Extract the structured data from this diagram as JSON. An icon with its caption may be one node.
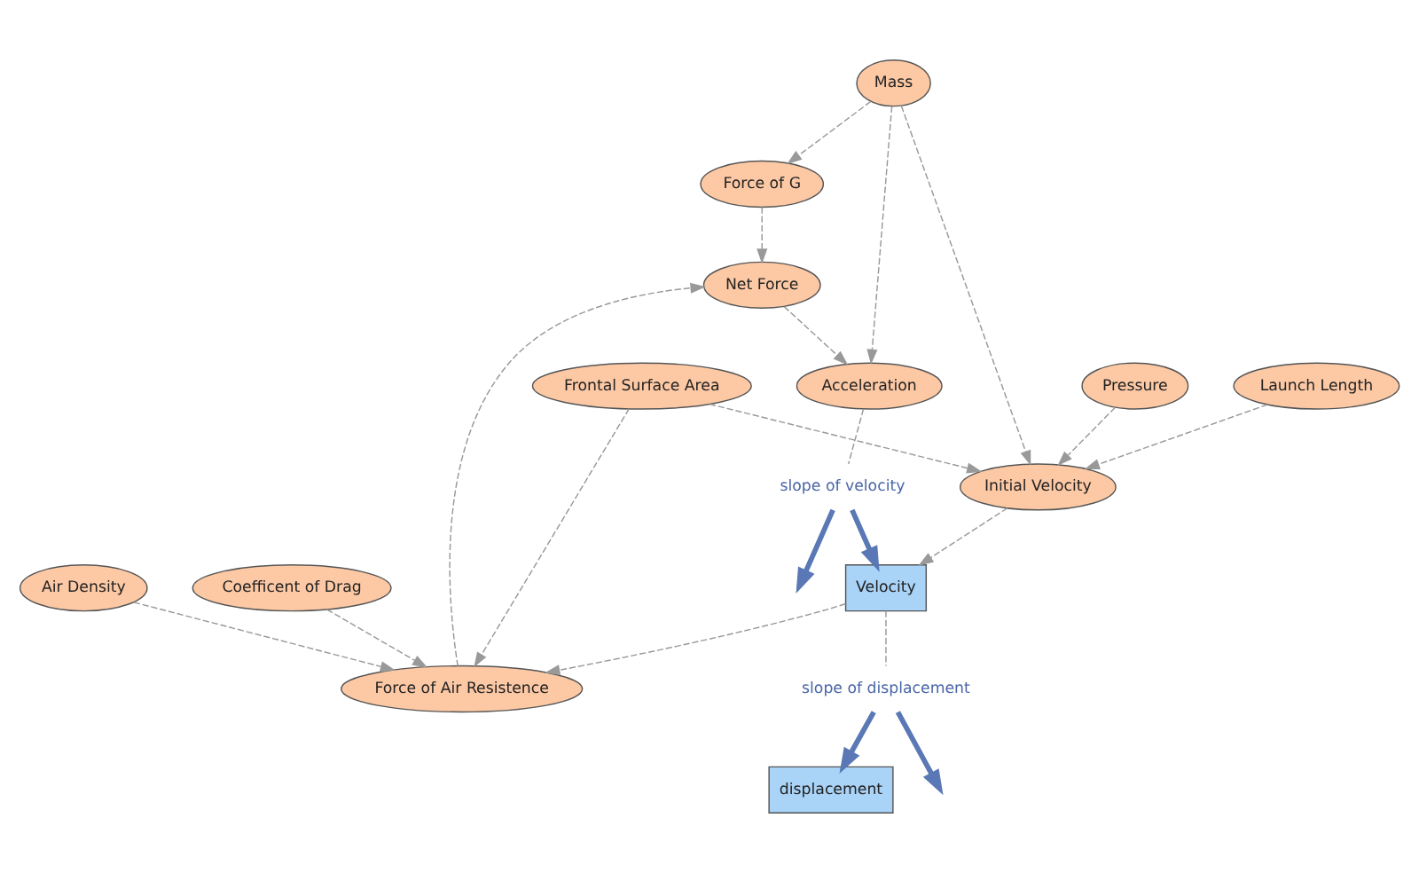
{
  "diagram": {
    "nodes": [
      {
        "text": [
          "Force of G"
        ]
      },
      {
        "text": [
          "Net Force"
        ]
      },
      {
        "text": [
          "Mass"
        ]
      },
      {
        "text": [
          "Force of Air Resistence"
        ]
      },
      {
        "text": [
          "Acceleration"
        ]
      },
      {
        "text": [
          "Frontal Surface Area"
        ]
      },
      {
        "text": [
          "Air Density"
        ]
      },
      {
        "text": [
          "Coefficent of Drag"
        ]
      },
      {
        "text": [
          "slope of velocity"
        ]
      },
      {
        "text": [
          "Velocity"
        ]
      },
      {
        "text": [
          "Pressure"
        ]
      },
      {
        "text": [
          "slope of displacement"
        ]
      },
      {
        "text": [
          "displacement"
        ]
      },
      {
        "text": [
          "Launch Length"
        ]
      },
      {
        "text": [
          "Initial Velocity"
        ]
      }
    ],
    "edges": [
      {
        "from": 2,
        "to": 0,
        "arrow": "to",
        "style": "dashed"
      },
      {
        "from": 0,
        "to": 1,
        "arrow": "to",
        "style": "dashed"
      },
      {
        "from": 1,
        "to": 4,
        "arrow": "to",
        "style": "dashed"
      },
      {
        "from": 2,
        "to": 4,
        "arrow": "to",
        "style": "dashed"
      },
      {
        "from": 3,
        "to": 1,
        "arrow": "to",
        "style": "dashed"
      },
      {
        "from": 2,
        "to": 14,
        "arrow": "to",
        "style": "dashed"
      },
      {
        "from": 4,
        "to": 8,
        "arrow": "none",
        "style": "dashed"
      },
      {
        "from": 9,
        "to": 3,
        "arrow": "to",
        "style": "dashed"
      },
      {
        "from": 7,
        "to": 3,
        "arrow": "to",
        "style": "dashed"
      },
      {
        "from": 6,
        "to": 3,
        "arrow": "to",
        "style": "dashed"
      },
      {
        "from": 5,
        "to": 3,
        "arrow": "to",
        "style": "dashed"
      },
      {
        "from": 5,
        "to": 14,
        "arrow": "to",
        "style": "dashed"
      },
      {
        "from": 10,
        "to": 14,
        "arrow": "to",
        "style": "dashed"
      },
      {
        "from": 13,
        "to": 14,
        "arrow": "to",
        "style": "dashed"
      },
      {
        "from": 14,
        "to": 9,
        "arrow": "to",
        "style": "dashed"
      },
      {
        "from": 9,
        "to": 11,
        "arrow": "none",
        "style": "dashed"
      },
      {
        "from": 8,
        "to": 9,
        "arrow": "to",
        "style": "thick",
        "color": "#5a78b5"
      },
      {
        "from": 8,
        "to": null,
        "arrow": "to",
        "style": "thick",
        "color": "#5a78b5"
      },
      {
        "from": 11,
        "to": 12,
        "arrow": "to",
        "style": "thick",
        "color": "#5a78b5"
      },
      {
        "from": 11,
        "to": null,
        "arrow": "to",
        "style": "thick",
        "color": "#5a78b5"
      }
    ]
  }
}
